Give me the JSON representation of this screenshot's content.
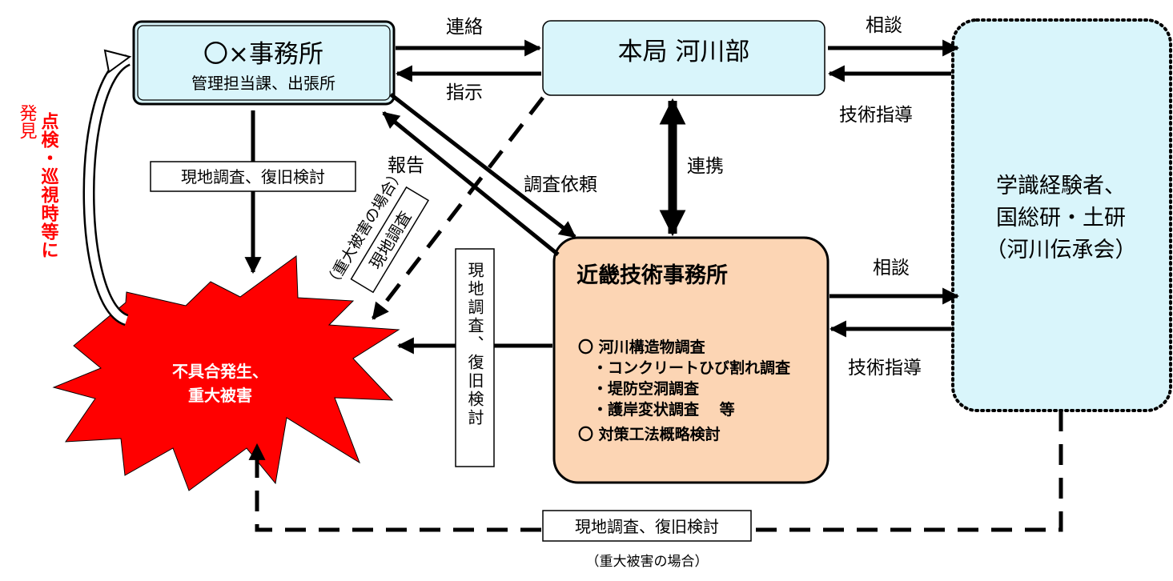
{
  "nodes": {
    "field_office": {
      "title": "〇×事務所",
      "subtitle": "管理担当課、出張所"
    },
    "hq": {
      "title": "本局 河川部"
    },
    "experts": {
      "lines": [
        "学識経験者、",
        "国総研・土研",
        "（河川伝承会）"
      ]
    },
    "kinki": {
      "title": "近畿技術事務所",
      "items": [
        "〇  河川構造物調査",
        "・コンクリートひび割れ調査",
        "・堤防空洞調査",
        "・護岸変状調査　 等",
        "〇  対策工法概略検討"
      ]
    },
    "incident": {
      "lines": [
        "不具合発生、",
        "重大被害"
      ]
    }
  },
  "labels": {
    "contact": "連絡",
    "instruction": "指示",
    "consult_top": "相談",
    "guidance_top": "技術指導",
    "cooperation": "連携",
    "consult_mid": "相談",
    "guidance_mid": "技術指導",
    "report": "報告",
    "request": "調査依頼",
    "discovery_col1": "点検・巡視時等に",
    "discovery_col2": "発見",
    "onsite_box": "現地調査、復旧検討",
    "serious_case_diag": "（重大被害の場合）",
    "onsite_diag": "現地調査",
    "kinki_onsite_vertical": "現地調査、復旧検討",
    "bottom_box": "現地調査、復旧検討",
    "bottom_note": "（重大被害の場合）"
  },
  "colors": {
    "office_fill": "#d9f5fb",
    "kinki_fill": "#fcd5b4",
    "incident_fill": "#ff0000",
    "discovery_text": "#ff0000"
  }
}
